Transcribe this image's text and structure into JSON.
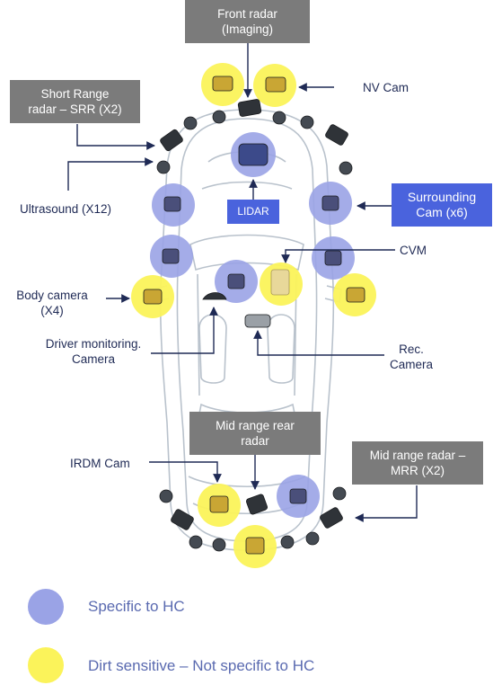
{
  "colors": {
    "hc_blue": "#9aa3e6",
    "dirt_yellow": "#fbf35a",
    "box_gray": "#7b7b7b",
    "box_blue": "#4a63dd",
    "label_text": "#1f2a55",
    "legend_text": "#5a6ab0"
  },
  "boxes": {
    "front_radar": "Front radar\n(Imaging)",
    "short_range_radar": "Short Range\nradar – SRR (X2)",
    "lidar": "LIDAR",
    "surrounding_cam": "Surrounding\nCam (x6)",
    "mid_range_rear_radar": "Mid range rear\nradar",
    "mid_range_radar": "Mid range radar –\nMRR (X2)"
  },
  "labels": {
    "nv_cam": "NV Cam",
    "ultrasound": "Ultrasound (X12)",
    "cvm": "CVM",
    "body_camera": "Body camera\n(X4)",
    "driver_monitoring": "Driver monitoring.\nCamera",
    "rec_camera": "Rec.\nCamera",
    "irdm_cam": "IRDM Cam"
  },
  "legend": [
    {
      "text": "Specific to HC",
      "color": "#9aa3e6"
    },
    {
      "text": "Dirt sensitive – Not specific to HC",
      "color": "#fbf35a"
    }
  ]
}
